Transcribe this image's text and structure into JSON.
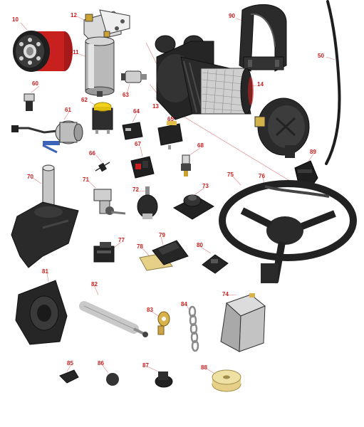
{
  "colors": {
    "callout": "#d11c1c",
    "part_dark": "#2b2b2b",
    "part_mid": "#555555",
    "part_light": "#bdbdbd",
    "filter_red": "#c8201e",
    "button_yellow": "#f2d21b",
    "pad_tan": "#e6cf86",
    "leader": "#e08080"
  },
  "callouts": {
    "c10": "10",
    "c12": "12",
    "c11": "11",
    "c90": "90",
    "c50": "50",
    "c60": "60",
    "c62": "62",
    "c63": "63",
    "c13": "13",
    "c14": "14",
    "c61": "61",
    "c64": "64",
    "c65": "65",
    "c67": "67",
    "c68": "68",
    "c66": "66",
    "c89": "89",
    "c70": "70",
    "c71": "71",
    "c72": "72",
    "c73": "73",
    "c75": "75",
    "c76": "76",
    "c77": "77",
    "c78": "78",
    "c79": "79",
    "c80": "80",
    "c81": "81",
    "c82": "82",
    "c83": "83",
    "c84": "84",
    "c74": "74",
    "c85": "85",
    "c86": "86",
    "c87": "87",
    "c88": "88"
  },
  "parts": [
    {
      "id": "10",
      "icon": "oil-filter-icon"
    },
    {
      "id": "12",
      "icon": "filter-bracket-icon"
    },
    {
      "id": "11",
      "icon": "fuel-filter-icon"
    },
    {
      "id": "90",
      "icon": "mounting-bracket-icon"
    },
    {
      "id": "50",
      "icon": "hose-icon"
    },
    {
      "id": "60",
      "icon": "plug-icon"
    },
    {
      "id": "62",
      "icon": "push-button-switch-icon"
    },
    {
      "id": "63",
      "icon": "sensor-icon"
    },
    {
      "id": "13",
      "icon": "air-cleaner-icon"
    },
    {
      "id": "14",
      "icon": "air-filter-element-icon"
    },
    {
      "id": "61",
      "icon": "fuel-pump-icon"
    },
    {
      "id": "64",
      "icon": "relay-icon"
    },
    {
      "id": "65",
      "icon": "relay-icon"
    },
    {
      "id": "67",
      "icon": "rocker-switch-icon"
    },
    {
      "id": "68",
      "icon": "pressure-switch-icon"
    },
    {
      "id": "66",
      "icon": "diode-icon"
    },
    {
      "id": "89",
      "icon": "rubber-valve-icon"
    },
    {
      "id": "70",
      "icon": "spindle-icon"
    },
    {
      "id": "71",
      "icon": "tie-rod-end-icon"
    },
    {
      "id": "72",
      "icon": "ball-joint-icon"
    },
    {
      "id": "73",
      "icon": "rubber-mount-icon"
    },
    {
      "id": "75",
      "icon": "steering-wheel-icon"
    },
    {
      "id": "76",
      "icon": "steering-wheel-cover-icon"
    },
    {
      "id": "77",
      "icon": "latch-icon"
    },
    {
      "id": "78",
      "icon": "pad-icon"
    },
    {
      "id": "79",
      "icon": "bumper-icon"
    },
    {
      "id": "80",
      "icon": "bumper-icon"
    },
    {
      "id": "81",
      "icon": "bearing-housing-icon"
    },
    {
      "id": "82",
      "icon": "gas-spring-icon"
    },
    {
      "id": "83",
      "icon": "rod-end-icon"
    },
    {
      "id": "84",
      "icon": "chain-icon"
    },
    {
      "id": "74",
      "icon": "actuator-icon"
    },
    {
      "id": "85",
      "icon": "clip-icon"
    },
    {
      "id": "86",
      "icon": "plug-icon"
    },
    {
      "id": "87",
      "icon": "cap-icon"
    },
    {
      "id": "88",
      "icon": "cap-icon"
    }
  ]
}
